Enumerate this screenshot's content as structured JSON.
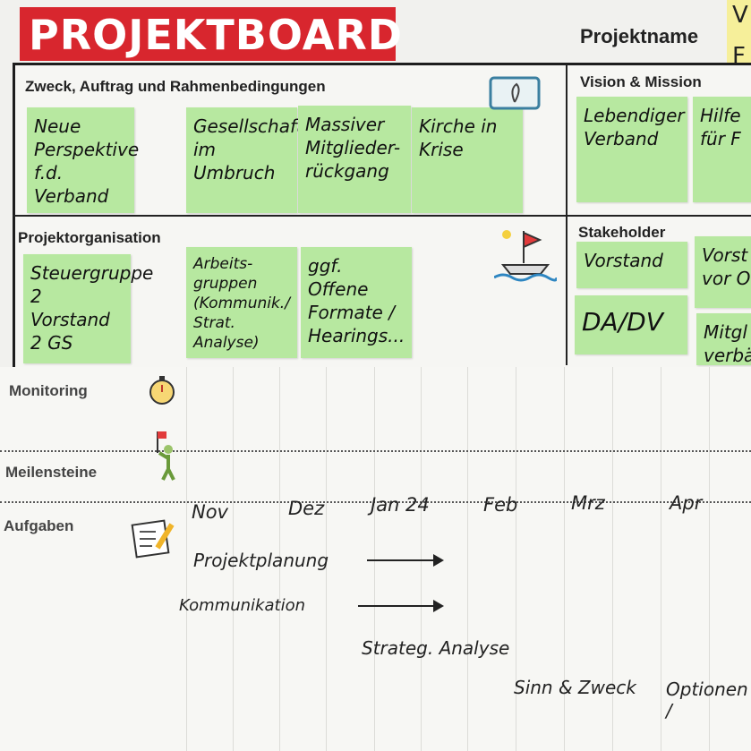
{
  "header": {
    "title": "PROJEKTBOARD",
    "project_name_label": "Projektname",
    "corner_note": [
      "V",
      "F"
    ]
  },
  "sections": {
    "zweck": {
      "title": "Zweck, Auftrag und Rahmenbedingungen",
      "notes": [
        "Neue\nPerspektive\nf.d. Verband",
        "Gesellschaft\nim Umbruch",
        "Massiver\nMitglieder-\nrückgang",
        "Kirche in\nKrise"
      ]
    },
    "vision": {
      "title": "Vision & Mission",
      "notes": [
        "Lebendiger\nVerband",
        "Hilfe\nfür F"
      ]
    },
    "organisation": {
      "title": "Projektorganisation",
      "notes": [
        "Steuergruppe\n2 Vorstand\n2 GS",
        "Arbeits-\ngruppen\n(Kommunik./\nStrat. Analyse)",
        "ggf. Offene\nFormate /\nHearings..."
      ]
    },
    "stakeholder": {
      "title": "Stakeholder",
      "notes": [
        "Vorstand",
        "Vorst\nvor O",
        "DA/DV",
        "Mitgl\nverbän"
      ]
    }
  },
  "rows": {
    "monitoring": "Monitoring",
    "meilensteine": "Meilensteine",
    "aufgaben": "Aufgaben"
  },
  "timeline": {
    "months": [
      "Nov",
      "Dez",
      "Jan 24",
      "Feb",
      "Mrz",
      "Apr"
    ],
    "tasks": [
      "Projektplanung",
      "Kommunikation",
      "Strateg. Analyse",
      "Sinn & Zweck",
      "Optionen /"
    ]
  },
  "colors": {
    "brand_red": "#d8262e",
    "sticky_green": "#b7e8a0",
    "sticky_yellow": "#f6ef9a",
    "frame": "#1d1d1d"
  },
  "icons": [
    "picture-frame-icon",
    "ship-icon",
    "stopwatch-icon",
    "flag-person-icon",
    "notepad-pencil-icon"
  ]
}
